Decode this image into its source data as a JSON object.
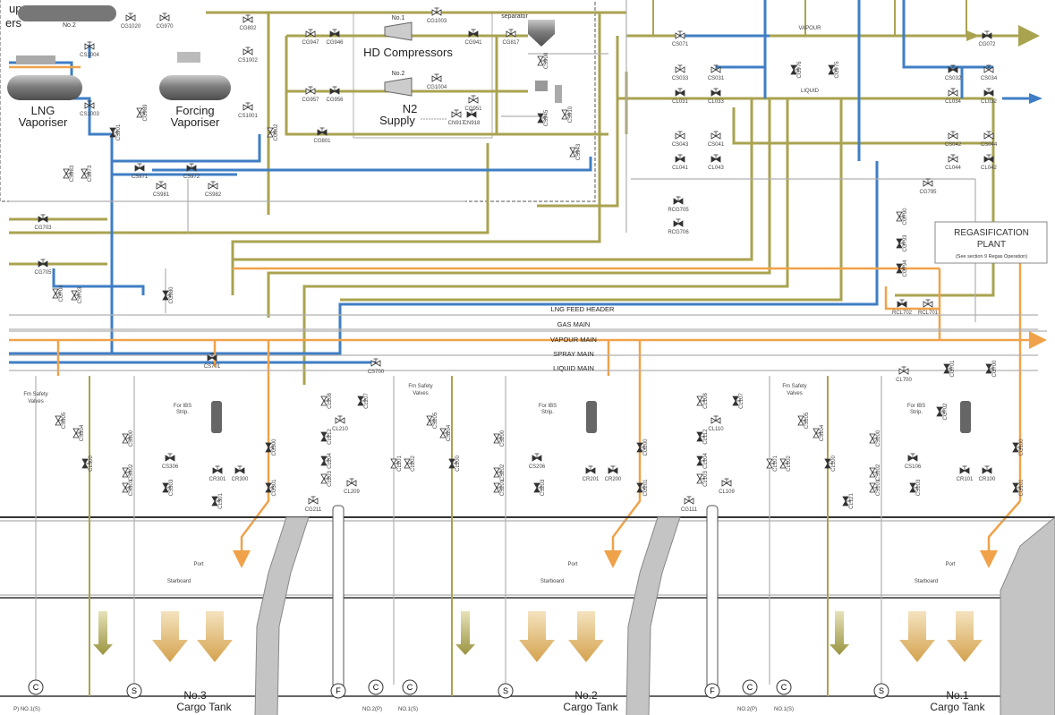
{
  "equipment": {
    "top_left_fragment_1": "up",
    "top_left_fragment_2": "ers",
    "top_left_no2": "No.2",
    "lng_vaporiser_1": "LNG",
    "lng_vaporiser_2": "Vaporiser",
    "forcing_vaporiser_1": "Forcing",
    "forcing_vaporiser_2": "Vaporiser",
    "hd_compressors": "HD Compressors",
    "compressor_no1": "No.1",
    "compressor_no2": "No.2",
    "n2_supply_1": "N2",
    "n2_supply_2": "Supply",
    "separator": "separator",
    "regas_plant_1": "REGASIFICATION",
    "regas_plant_2": "PLANT",
    "regas_plant_3": "(See section 9 Regas Operation)",
    "vapour_small": "VAPOUR",
    "liquid_small": "LIQUID"
  },
  "headers": {
    "lng_feed": "LNG FEED HEADER",
    "gas_main": "GAS MAIN",
    "vapour_main": "VAPOUR MAIN",
    "spray_main": "SPRAY MAIN",
    "liquid_main": "LIQUID MAIN"
  },
  "tanks": [
    {
      "no": "No.3",
      "name": "Cargo Tank"
    },
    {
      "no": "No.2",
      "name": "Cargo Tank"
    },
    {
      "no": "No.1",
      "name": "Cargo Tank"
    }
  ],
  "tank_labels": {
    "fm_safety_1": "Fm Safety",
    "fm_safety_2": "Valves",
    "for_ibs_1": "For IBS",
    "for_ibs_2": "Strip.",
    "port": "Port",
    "starboard": "Starboard",
    "pump_p": "NO.2(P)",
    "pump_s": "NO.1(S)",
    "pump_p_left": "P) NO.1(S)"
  },
  "pump_letters": {
    "c": "C",
    "s": "S",
    "f": "F"
  },
  "valves_top": [
    "CG1020",
    "CG970",
    "CG802",
    "CS1002",
    "CS1001",
    "CG902",
    "CG947",
    "CG946",
    "CG957",
    "CG956",
    "CG1003",
    "CG1004",
    "CG941",
    "CG951",
    "CG817",
    "CS908",
    "CS910",
    "CG801",
    "CN917",
    "CN918",
    "CS943",
    "CS945",
    "CS1004",
    "CS1003",
    "CS901",
    "CG989",
    "CS983",
    "CS973",
    "CS971",
    "CS972",
    "CS981",
    "CS982",
    "CG703",
    "CG705",
    "CG704",
    "CS703",
    "CG980",
    "CS701",
    "CS700"
  ],
  "valves_right": [
    "CS071",
    "CS033",
    "CS031",
    "CL031",
    "CL033",
    "CS043",
    "CS041",
    "CL041",
    "CL043",
    "CG976",
    "CG975",
    "CG072",
    "CS032",
    "CS034",
    "CL034",
    "CL032",
    "CS042",
    "CS044",
    "CL044",
    "CL042",
    "RCG705",
    "RCG706",
    "CG795",
    "CG790",
    "CG793",
    "CG794",
    "RCL702",
    "RCL701"
  ],
  "valves_tank3": [
    "CS306",
    "CR301",
    "CR300",
    "CS300",
    "CL300",
    "CG300",
    "CS302",
    "CS301",
    "CS303",
    "CS304",
    "CS305",
    "CL301",
    "CG301"
  ],
  "valves_tank2": [
    "CL212",
    "CL204",
    "CL203",
    "CL209",
    "CL208",
    "CL207",
    "CL210",
    "CG211",
    "CS206",
    "CR201",
    "CR200",
    "CS200",
    "CL200",
    "CG200",
    "CS202",
    "CS201",
    "CS203",
    "CS204",
    "CS205",
    "CL201",
    "CG201",
    "CL202"
  ],
  "valves_tank1": [
    "CL112",
    "CL104",
    "CL103",
    "CL109",
    "CL108",
    "CL107",
    "CL110",
    "CG111",
    "CS106",
    "CR101",
    "CR100",
    "CS100",
    "CL100",
    "CG100",
    "CS102",
    "CS101",
    "CS103",
    "CS104",
    "CS105",
    "CL101",
    "CG101",
    "CL102",
    "CL121",
    "CG701",
    "CG700",
    "CL700",
    "CG702"
  ],
  "colors": {
    "gas": "#a9a350",
    "spray": "#3f7ec4",
    "vapour": "#f0a24a",
    "tank_wall": "#b8b8b8"
  }
}
